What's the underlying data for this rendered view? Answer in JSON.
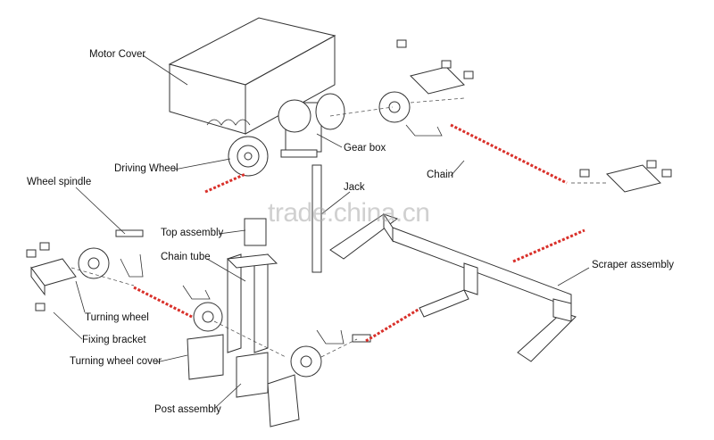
{
  "labels": {
    "motor_cover": "Motor Cover",
    "driving_wheel": "Driving Wheel",
    "gear_box": "Gear box",
    "chain": "Chain",
    "wheel_spindle": "Wheel spindle",
    "jack": "Jack",
    "top_assembly": "Top assembly",
    "chain_tube": "Chain tube",
    "scraper_assembly": "Scraper assembly",
    "turning_wheel": "Turning wheel",
    "fixing_bracket": "Fixing bracket",
    "turning_wheel_cover": "Turning wheel cover",
    "post_assembly": "Post assembly"
  },
  "watermark": "trade.china.cn",
  "colors": {
    "chain": "#d9302a",
    "line": "#333333"
  }
}
